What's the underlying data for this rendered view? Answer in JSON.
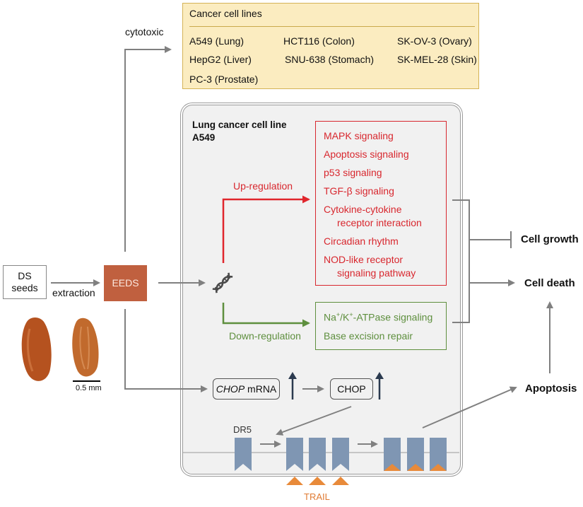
{
  "cancer_cell_lines": {
    "title": "Cancer cell lines",
    "items": [
      "A549 (Lung)",
      "HCT116 (Colon)",
      "SK-OV-3 (Ovary)",
      "HepG2 (Liver)",
      "SNU-638 (Stomach)",
      "SK-MEL-28 (Skin)",
      "PC-3 (Prostate)"
    ],
    "fill_color": "#fbecc0",
    "border_color": "#d4b356"
  },
  "cytotoxic_label": "cytotoxic",
  "source": {
    "ds_seeds_line1": "DS",
    "ds_seeds_line2": "seeds",
    "extraction_label": "extraction",
    "eeds_label": "EEDS",
    "eeds_color": "#c0603f",
    "scale_bar_label": "0.5 mm"
  },
  "a549_panel": {
    "title_line1": "Lung cancer cell line",
    "title_line2": "A549",
    "up_regulation": {
      "label": "Up-regulation",
      "color": "#d8272e",
      "pathways": [
        "MAPK signaling",
        "Apoptosis signaling",
        "p53 signaling",
        "TGF-β signaling",
        "Cytokine-cytokine",
        "receptor interaction",
        "Circadian rhythm",
        "NOD-like receptor",
        "signaling pathway"
      ]
    },
    "down_regulation": {
      "label": "Down-regulation",
      "color": "#5e8f3e",
      "pathways_na": "Na",
      "pathways_na_sup": "+",
      "pathways_k": "/K",
      "pathways_k_sup": "+",
      "pathways_rest": "-ATPase signaling",
      "pathway2": "Base excision repair"
    },
    "chop_mrna_italic": "CHOP",
    "chop_mrna_rest": " mRNA",
    "chop_label": "CHOP",
    "dr5_label": "DR5",
    "trail_label": "TRAIL",
    "receptor_color": "#7f96b3",
    "trail_color": "#e88a3a"
  },
  "outcomes": {
    "cell_growth": "Cell growth",
    "cell_death": "Cell death",
    "apoptosis": "Apoptosis"
  }
}
